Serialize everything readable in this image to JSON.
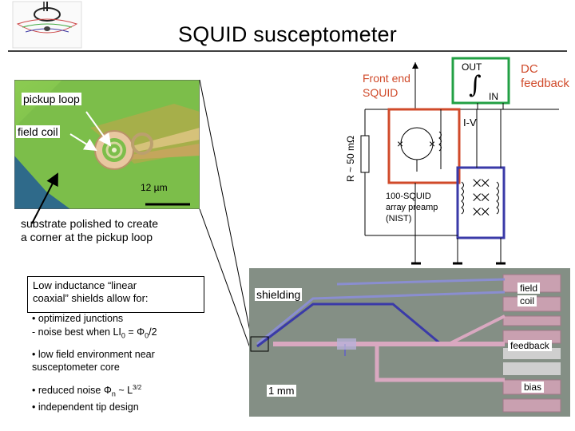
{
  "title": "SQUID susceptometer",
  "labels": {
    "pickup_loop": "pickup loop",
    "field_coil": "field coil",
    "scale_12um": "12 µm",
    "substrate_line1": "substrate polished to create",
    "substrate_line2": "a corner at the pickup loop",
    "front_end_line1": "Front end",
    "front_end_line2": "SQUID",
    "out": "OUT",
    "in": "IN",
    "dc_line1": "DC",
    "dc_line2": "feedback",
    "iv": "I-V",
    "resistor": "R ~ 50 mΩ",
    "array_line1": "100-SQUID",
    "array_line2": "array preamp",
    "array_line3": "(NIST)",
    "shielding": "shielding",
    "field_coil_chip_line1": "field",
    "field_coil_chip_line2": "coil",
    "feedback_chip": "feedback",
    "bias_chip": "bias",
    "scale_1mm": "1 mm"
  },
  "notes": {
    "box_line1": "Low inductance “linear",
    "box_line2": "coaxial” shields allow for:",
    "b1": "• optimized junctions",
    "b2_pre": "- noise best when LI",
    "b2_sub": "0",
    "b2_mid": " = Φ",
    "b2_sub2": "0",
    "b2_post": "/2",
    "b3_line1": "• low field environment near",
    "b3_line2": "susceptometer core",
    "b4_pre": "• reduced noise Φ",
    "b4_sub": "n",
    "b4_mid": " ~ L",
    "b4_sup": "3/2",
    "b5": "• independent tip design"
  },
  "colors": {
    "front_end_box": "#d04a2a",
    "array_box": "#3a3aa8",
    "chip_bg": "#7f8a80",
    "photo_bg": "#7fc24a"
  }
}
